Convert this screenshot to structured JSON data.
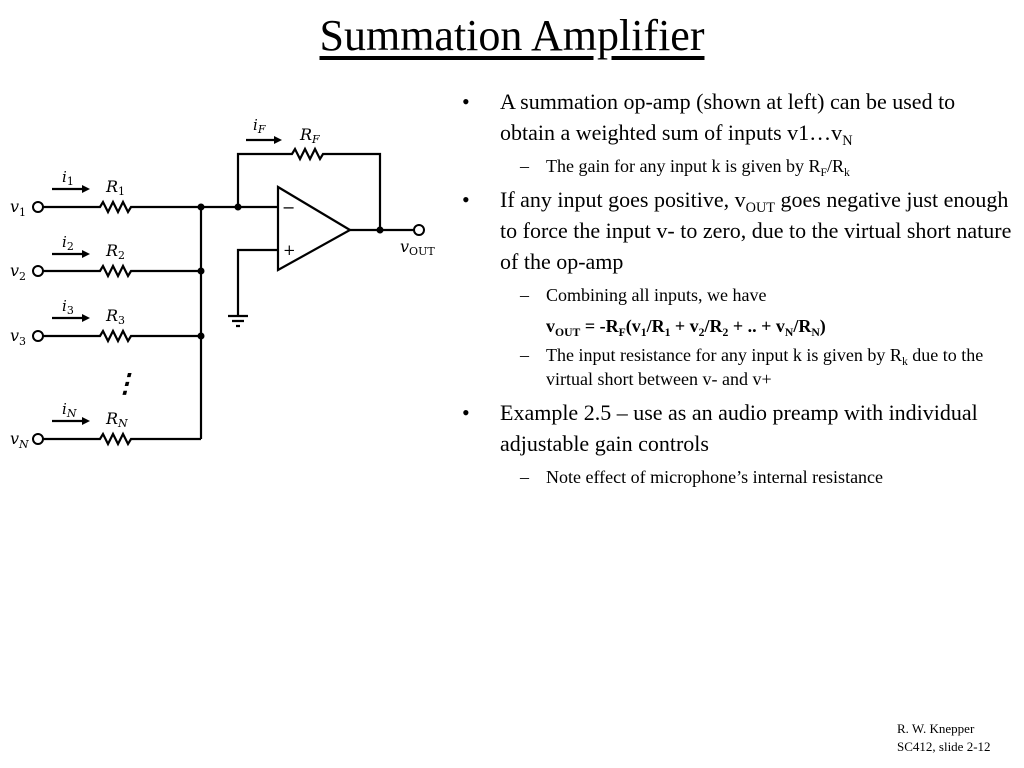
{
  "slide": {
    "title": "Summation Amplifier",
    "footer": {
      "author": "R. W. Knepper",
      "slide_ref": "SC412, slide 2-12"
    }
  },
  "circuit": {
    "inputs": [
      {
        "voltage": "v",
        "voltage_sub": "1",
        "current": "i",
        "current_sub": "1",
        "resistor": "R",
        "resistor_sub": "1"
      },
      {
        "voltage": "v",
        "voltage_sub": "2",
        "current": "i",
        "current_sub": "2",
        "resistor": "R",
        "resistor_sub": "2"
      },
      {
        "voltage": "v",
        "voltage_sub": "3",
        "current": "i",
        "current_sub": "3",
        "resistor": "R",
        "resistor_sub": "3"
      },
      {
        "voltage": "v",
        "voltage_sub": "N",
        "current": "i",
        "current_sub": "N",
        "resistor": "R",
        "resistor_sub": "N"
      }
    ],
    "feedback": {
      "current": "i",
      "current_sub": "F",
      "resistor": "R",
      "resistor_sub": "F"
    },
    "output": {
      "label": "v",
      "label_sub": "OUT"
    },
    "opamp": {
      "minus": "−",
      "plus": "+"
    },
    "ellipsis": "⋮"
  },
  "bullets": {
    "b1": {
      "a": "A summation op-amp (shown at left) can be used to obtain a weighted sum of inputs v1…v",
      "s1": "N"
    },
    "b1_1": {
      "a": "The gain for any input k is given by R",
      "s1": "F",
      "b": "/R",
      "s2": "k"
    },
    "b2": {
      "a": "If any input goes positive, v",
      "s1": "OUT",
      "b": " goes negative just enough to force the input v- to zero, due to the virtual short nature of the op-amp"
    },
    "b2_1": {
      "a": "Combining all inputs, we have"
    },
    "eq": {
      "a": "v",
      "s1": "OUT",
      "b": " = -R",
      "s2": "F",
      "c": "(v",
      "s3": "1",
      "d": "/R",
      "s4": "1",
      "e": " + v",
      "s5": "2",
      "f": "/R",
      "s6": "2",
      "g": " + .. + v",
      "s7": "N",
      "h": "/R",
      "s8": "N",
      "i": ")"
    },
    "b2_2": {
      "a": "The input resistance for any input k is given by R",
      "s1": "k",
      "b": " due to the virtual short between v- and v+"
    },
    "b3": {
      "a": "Example 2.5 – use as an audio preamp with individual adjustable gain controls"
    },
    "b3_1": {
      "a": "Note effect of microphone’s internal resistance"
    },
    "markers": {
      "bullet": "•",
      "dash": "–"
    }
  }
}
